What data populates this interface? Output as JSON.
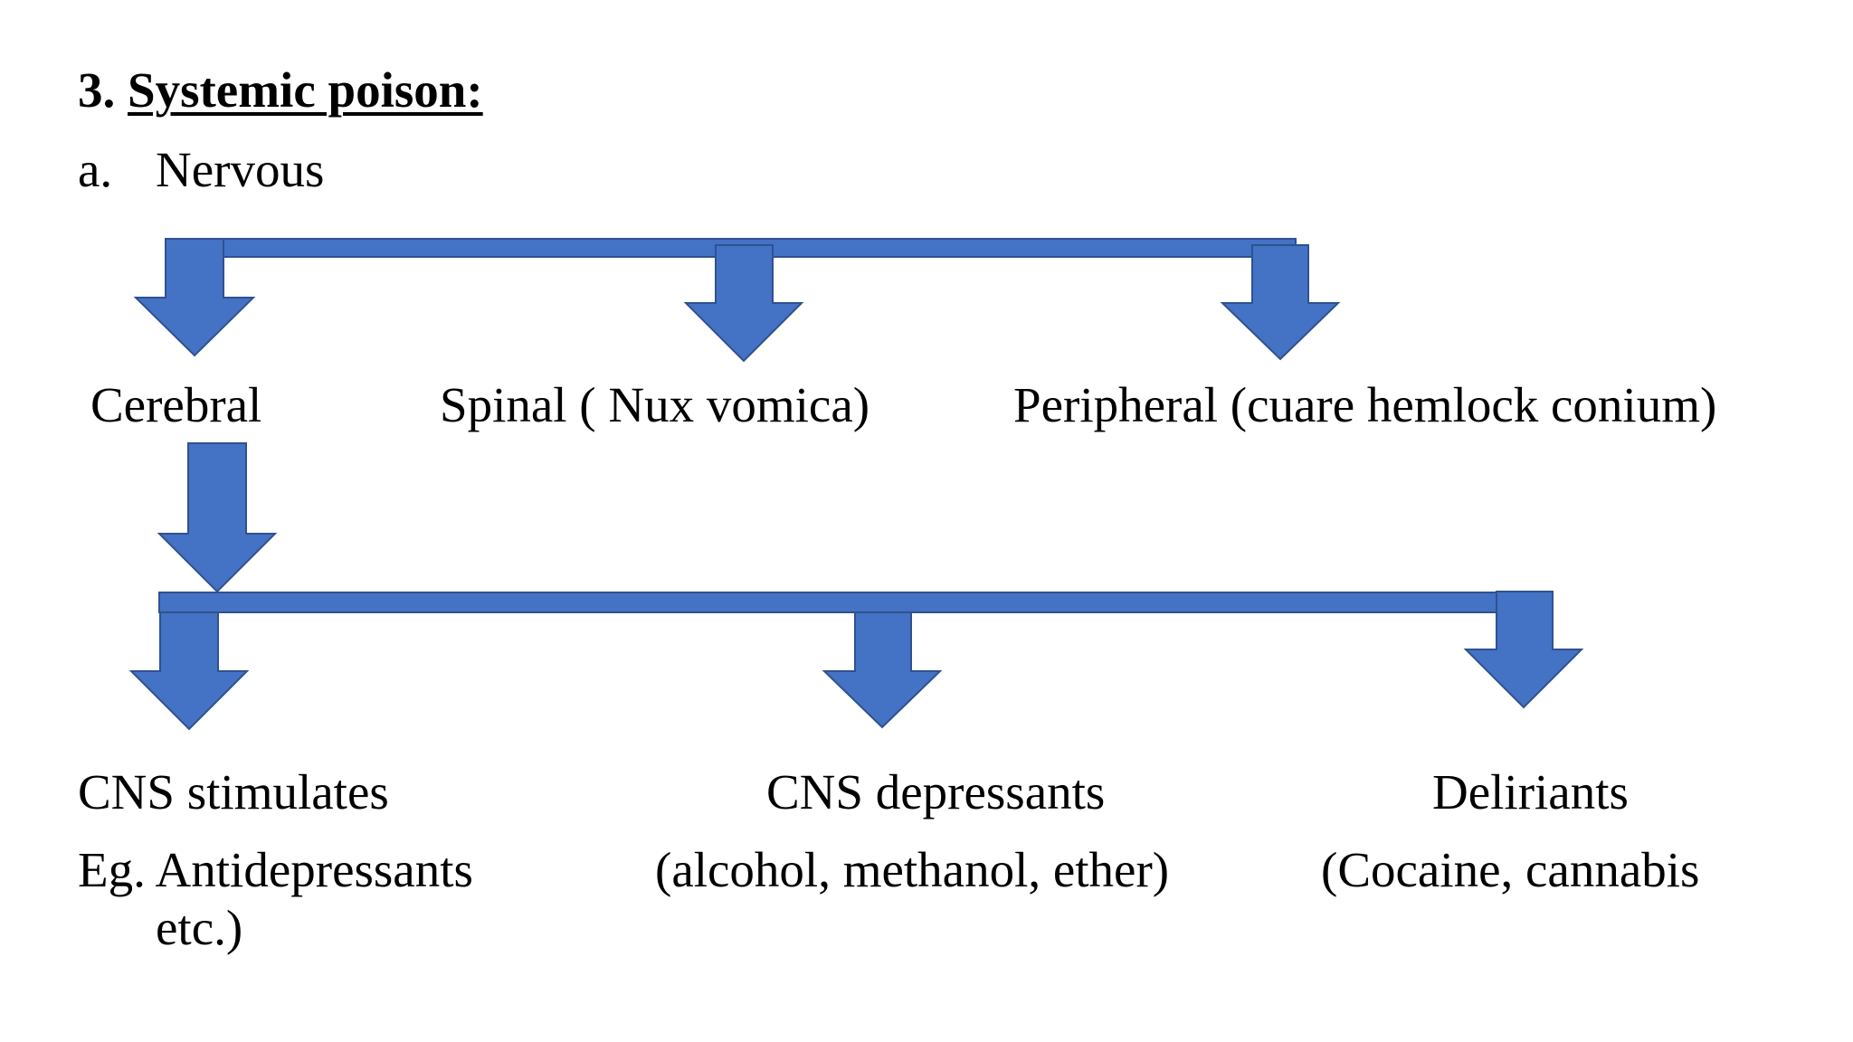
{
  "heading": {
    "number": "3.",
    "title": "Systemic poison:"
  },
  "subheading": {
    "marker": "a.",
    "label": "Nervous"
  },
  "level1": {
    "cerebral": "Cerebral",
    "spinal": "Spinal ( Nux vomica)",
    "peripheral": "Peripheral (cuare hemlock conium)"
  },
  "level2": {
    "stimulants": {
      "label": "CNS stimulates",
      "example_line1": "Eg. Antidepressants",
      "example_line2": "etc.)"
    },
    "depressants": {
      "label": "CNS depressants",
      "example": "(alcohol, methanol, ether)"
    },
    "deliriants": {
      "label": "Deliriants",
      "example": "(Cocaine, cannabis"
    }
  },
  "colors": {
    "arrow_fill": "#4472C4",
    "arrow_stroke": "#2F528F",
    "text": "#000000",
    "background": "#FFFFFF"
  }
}
